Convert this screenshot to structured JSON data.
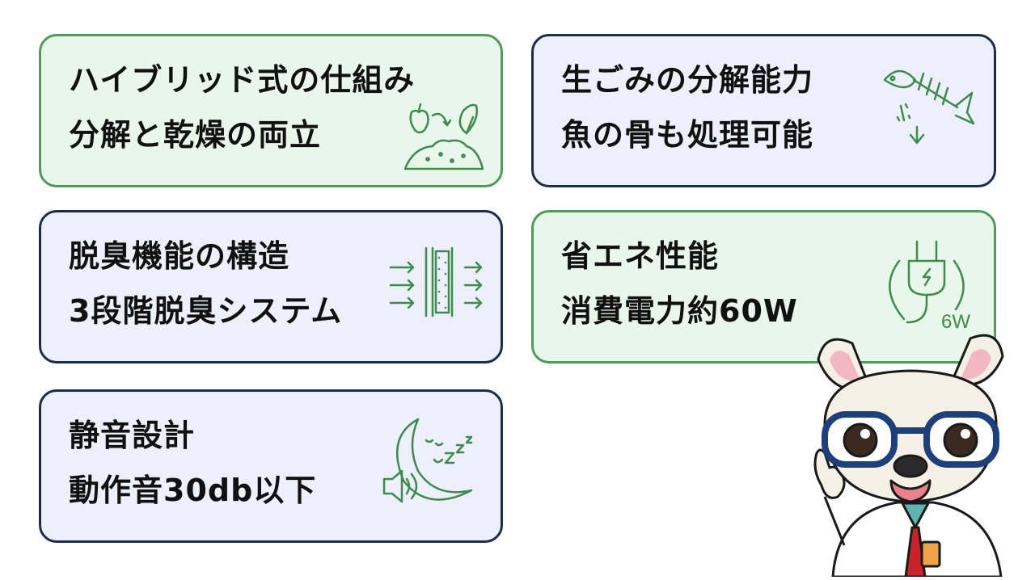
{
  "cards": [
    {
      "line1": "ハイブリッド式の仕組み",
      "line2": "分解と乾燥の両立",
      "icon": "compost-apple-leaf-icon",
      "theme": "green"
    },
    {
      "line1": "生ごみの分解能力",
      "line2": "魚の骨も処理可能",
      "icon": "fish-bone-icon",
      "theme": "blue"
    },
    {
      "line1": "脱臭機能の構造",
      "line2": "3段階脱臭システム",
      "icon": "air-filter-icon",
      "theme": "blue"
    },
    {
      "line1": "省エネ性能",
      "line2": "消費電力約60W",
      "icon": "power-plug-icon",
      "icon_label": "6W",
      "theme": "green"
    },
    {
      "line1": "静音設計",
      "line2": "動作音30db以下",
      "icon": "moon-sleep-speaker-icon",
      "theme": "blue"
    }
  ],
  "mascot": {
    "icon": "french-bulldog-doctor-mascot"
  },
  "colors": {
    "green_bg": "#e9f6ea",
    "green_border": "#4f9a5c",
    "blue_bg": "#edf0fb",
    "blue_border": "#1f2b4a",
    "icon_green": "#3f8a4e"
  }
}
